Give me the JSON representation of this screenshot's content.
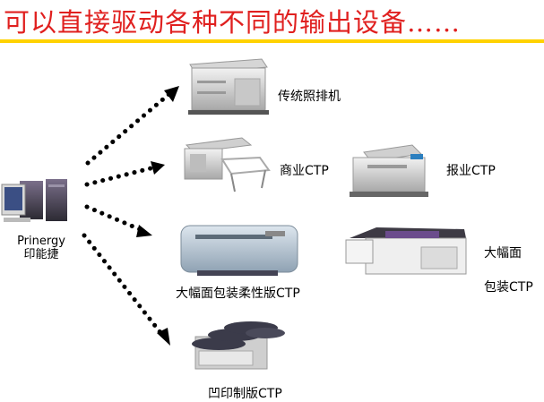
{
  "header": {
    "title": "可以直接驱动各种不同的输出设备……"
  },
  "source": {
    "line1": "Prinergy",
    "line2": "印能捷"
  },
  "devices": {
    "imagesetter": "传统照排机",
    "commercial_ctp": "商业CTP",
    "newspaper_ctp": "报业CTP",
    "flexo_ctp": "大幅面包装柔性版CTP",
    "large_pack_line1": "大幅面",
    "large_pack_line2": "包装CTP",
    "gravure_ctp": "凹印制版CTP"
  }
}
